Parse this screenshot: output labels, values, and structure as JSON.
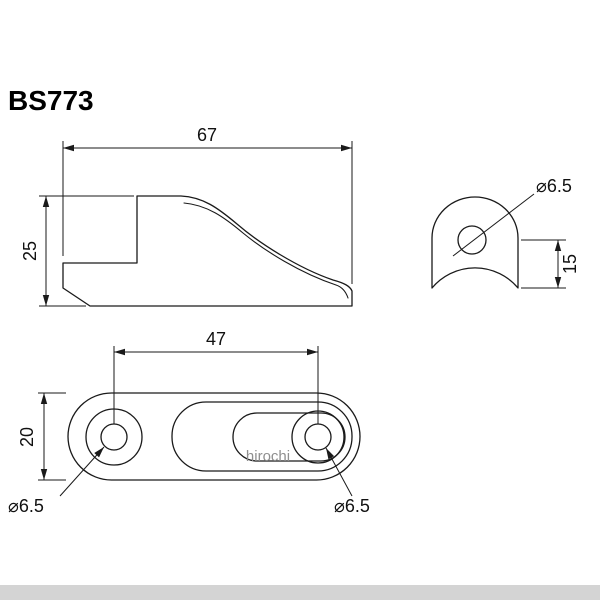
{
  "page": {
    "title": "BS773",
    "watermark": "hirochi"
  },
  "side_view": {
    "width": "67",
    "height": "25"
  },
  "end_view": {
    "hole_diameter": "⌀6.5",
    "hole_offset": "15"
  },
  "top_view": {
    "hole_spacing": "47",
    "width": "20",
    "left_hole_diameter": "⌀6.5",
    "right_hole_diameter": "⌀6.5"
  },
  "colors": {
    "line": "#1a1a1a",
    "watermark": "#8f8f8f",
    "footer_bar": "#d4d4d4",
    "background": "#ffffff"
  }
}
